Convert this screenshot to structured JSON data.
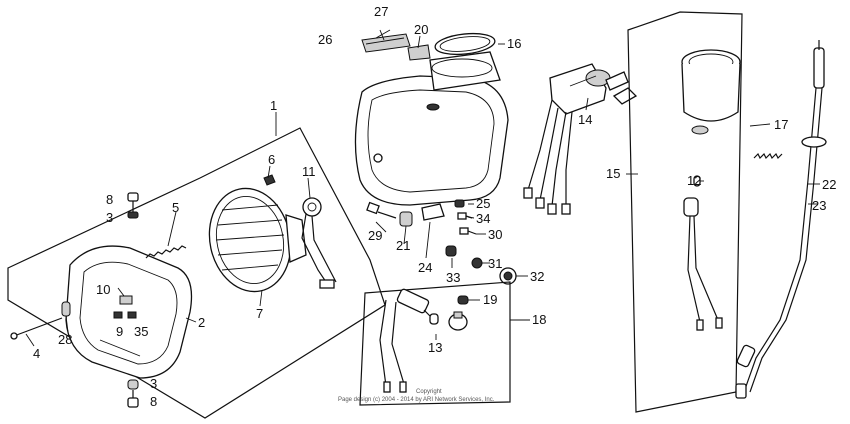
{
  "labels": {
    "l1": "1",
    "l2": "2",
    "l3a": "3",
    "l3b": "3",
    "l4": "4",
    "l5": "5",
    "l6": "6",
    "l7": "7",
    "l8a": "8",
    "l8b": "8",
    "l9": "9",
    "l10": "10",
    "l11": "11",
    "l12": "12",
    "l13": "13",
    "l14": "14",
    "l15": "15",
    "l16": "16",
    "l17": "17",
    "l18": "18",
    "l19": "19",
    "l20": "20",
    "l21": "21",
    "l22": "22",
    "l23": "23",
    "l24": "24",
    "l25": "25",
    "l26": "26",
    "l27": "27",
    "l28": "28",
    "l29": "29",
    "l30": "30",
    "l31": "31",
    "l32": "32",
    "l33": "33",
    "l34": "34",
    "l35": "35"
  },
  "copyright": {
    "line1": "Copyright",
    "line2": "Page design (c) 2004 - 2014 by ARI Network Services, Inc."
  }
}
